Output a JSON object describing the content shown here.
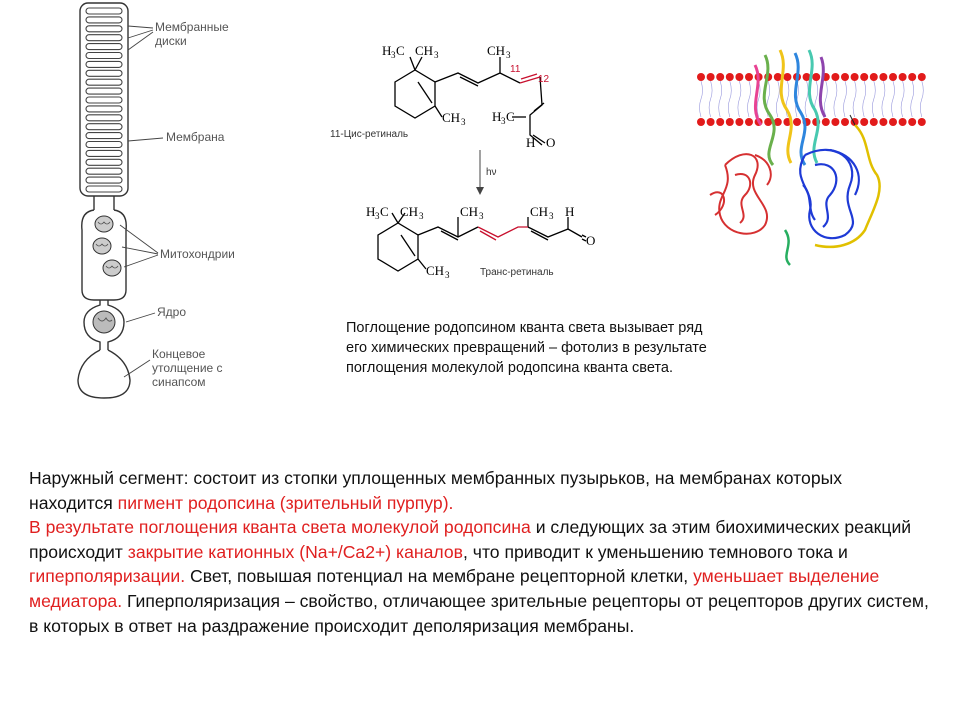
{
  "cell_labels": {
    "membrane_discs": "Мембранные\nдиски",
    "membrane": "Мембрана",
    "mitochondria": "Митохондрии",
    "nucleus": "Ядро",
    "terminal": "Концевое\nутолщение с\nсинапсом"
  },
  "chemistry": {
    "cis_label": "11-Цис-ретиналь",
    "trans_label": "Транс-ретиналь",
    "hv": "hν",
    "num11": "11",
    "num12": "12",
    "h3c": "H3C",
    "ch3": "CH3",
    "h": "H",
    "o": "O"
  },
  "caption": "Поглощение родопсином кванта света вызывает ряд его химических превращений – фотолиз в результате поглощения молекулой родопсина кванта света.",
  "paragraph": {
    "s1": "Наружный сегмент: состоит из стопки уплощенных мембранных пузырьков, на мембранах которых находится ",
    "s2_red": "пигмент родопсина (зрительный пурпур).",
    "s3_red": "В результате поглощения кванта света молекулой родопсина",
    "s4": " и следующих за этим биохимических реакций происходит ",
    "s5_red": "закрытие катионных (Na+/Ca2+) каналов",
    "s6": ", что приводит к уменьшению темнового тока и ",
    "s7_red": "гиперполяризации.",
    "s8": " Свет, повышая потенциал на мембране рецепторной клетки, ",
    "s9_red": "уменьшает выделение медиатора.",
    "s10": " Гиперполяризация – свойство, отличающее зрительные рецепторы от рецепторов других систем, в которых в ответ на раздражение происходит деполяризация мембраны."
  },
  "colors": {
    "accent_red": "#e02020",
    "membrane_beads": "#e21b1b"
  }
}
